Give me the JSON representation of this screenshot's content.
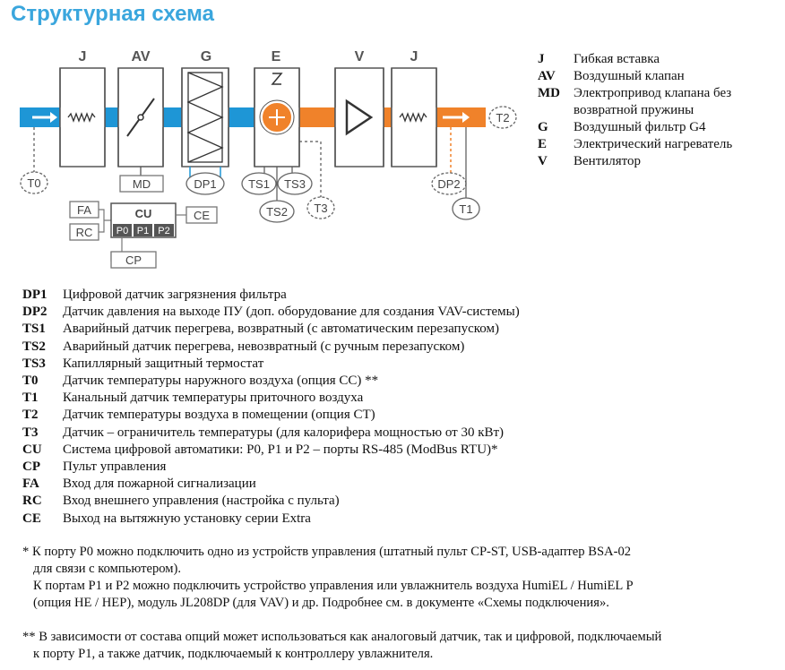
{
  "title": "Структурная схема",
  "diagram": {
    "top_labels": [
      "J",
      "AV",
      "G",
      "E",
      "V",
      "J"
    ],
    "sensors": {
      "T0": "T0",
      "MD": "MD",
      "DP1": "DP1",
      "TS1": "TS1",
      "TS3": "TS3",
      "TS2": "TS2",
      "T3": "T3",
      "DP2": "DP2",
      "T1": "T1",
      "T2": "T2"
    },
    "control": {
      "FA": "FA",
      "RC": "RC",
      "CU": "CU",
      "CE": "CE",
      "CP": "CP",
      "P0": "P0",
      "P1": "P1",
      "P2": "P2"
    },
    "colors": {
      "cold_air": "#1e96d6",
      "hot_air": "#f0822a",
      "box_stroke": "#555555",
      "accent": "#3aa6dd"
    }
  },
  "legend_top": [
    {
      "key": "J",
      "value": "Гибкая вставка"
    },
    {
      "key": "AV",
      "value": "Воздушный клапан"
    },
    {
      "key": "MD",
      "value": "Электропривод клапана без возвратной пружины"
    },
    {
      "key": "G",
      "value": "Воздушный фильтр G4"
    },
    {
      "key": "E",
      "value": "Электрический нагреватель"
    },
    {
      "key": "V",
      "value": "Вентилятор"
    }
  ],
  "legend_bottom": [
    {
      "key": "DP1",
      "value": "Цифровой датчик загрязнения фильтра"
    },
    {
      "key": "DP2",
      "value": "Датчик давления на выходе ПУ (доп. оборудование для создания VAV-системы)"
    },
    {
      "key": "TS1",
      "value": "Аварийный датчик перегрева, возвратный (с автоматическим перезапуском)"
    },
    {
      "key": "TS2",
      "value": "Аварийный датчик перегрева, невозвратный (с ручным перезапуском)"
    },
    {
      "key": "TS3",
      "value": "Капиллярный защитный термостат"
    },
    {
      "key": "T0",
      "value": "Датчик температуры наружного воздуха (опция СС) **"
    },
    {
      "key": "T1",
      "value": "Канальный датчик температуры приточного воздуха"
    },
    {
      "key": "T2",
      "value": "Датчик температуры воздуха в помещении (опция СТ)"
    },
    {
      "key": "T3",
      "value": "Датчик – ограничитель температуры (для калорифера мощностью от 30 кВт)"
    },
    {
      "key": "CU",
      "value": "Система цифровой автоматики: P0, P1 и P2 – порты RS-485 (ModBus RTU)*"
    },
    {
      "key": "CP",
      "value": "Пульт управления"
    },
    {
      "key": "FA",
      "value": "Вход для пожарной сигнализации"
    },
    {
      "key": "RC",
      "value": "Вход внешнего управления (настройка с пульта)"
    },
    {
      "key": "CE",
      "value": "Выход на вытяжную установку серии Extra"
    }
  ],
  "notes": {
    "n1_l1": "* К порту P0 можно подключить одно из устройств управления (штатный пульт CP-ST, USB-адаптер BSA-02",
    "n1_l2": "для связи с компьютером).",
    "n1_l3": "К портам P1 и P2 можно подключить устройство управления или увлажнитель воздуха HumiEL /  HumiEL P",
    "n1_l4": "(опция HE / HEP), модуль JL208DP (для VAV) и др. Подробнее см. в документе «Схемы подключения».",
    "n2_l1": "** В зависимости от состава опций может использоваться как аналоговый датчик, так и цифровой, подключаемый",
    "n2_l2": "к порту P1, а также датчик, подключаемый к контроллеру увлажнителя."
  }
}
